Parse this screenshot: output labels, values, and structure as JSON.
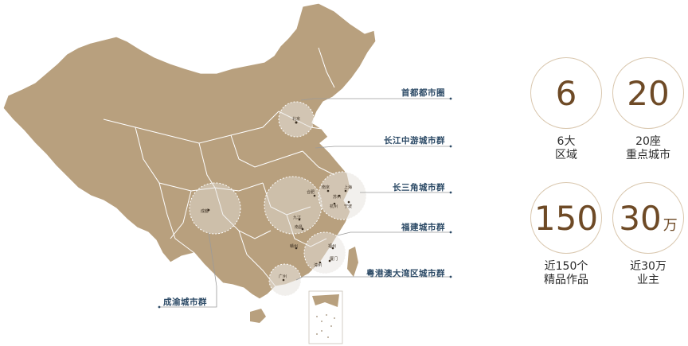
{
  "map": {
    "regions": [
      {
        "label": "首都都市圈",
        "key": "capital"
      },
      {
        "label": "长江中游城市群",
        "key": "middle_yangtze"
      },
      {
        "label": "长三角城市群",
        "key": "yangtze_delta"
      },
      {
        "label": "福建城市群",
        "key": "fujian"
      },
      {
        "label": "粤港澳大湾区城市群",
        "key": "greater_bay"
      },
      {
        "label": "成渝城市群",
        "key": "chengyu"
      }
    ],
    "cities": [
      "北京",
      "合肥",
      "南京",
      "上海",
      "苏州",
      "宁波",
      "杭州",
      "成都",
      "九江",
      "南昌",
      "福州",
      "赣州",
      "漳州",
      "厦门",
      "广州"
    ]
  },
  "stats": [
    {
      "value": "6",
      "unit": "",
      "caption": "6大\n区域"
    },
    {
      "value": "20",
      "unit": "",
      "caption": "20座\n重点城市"
    },
    {
      "value": "150",
      "unit": "",
      "caption": "近150个\n精品作品"
    },
    {
      "value": "30",
      "unit": "万",
      "caption": "近30万\n业主"
    }
  ],
  "colors": {
    "land": "#b8a07e",
    "land_border": "#ffffff",
    "highlight": "#e7e4df",
    "label": "#2c4a66",
    "number": "#6e4a26",
    "circle_border": "#d9c7ae"
  }
}
